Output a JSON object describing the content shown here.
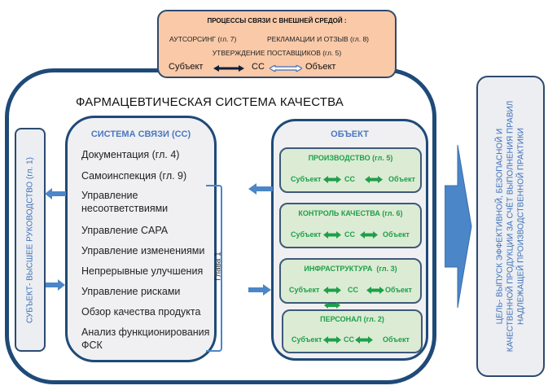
{
  "external": {
    "title": "ПРОЦЕССЫ СВЯЗИ С ВНЕШНЕЙ СРЕДОЙ :",
    "outsourcing": "АУТСОРСИНГ (гл. 7)",
    "complaints": "РЕКЛАМАЦИИ И ОТЗЫВ (гл. 8)",
    "suppliers": "УТВЕРЖДЕНИЕ ПОСТАВЩИКОВ (гл. 5)",
    "subject": "Субъект",
    "cc": "СС",
    "object": "Объект"
  },
  "main": {
    "title": "ФАРМАЦЕВТИЧЕСКАЯ СИСТЕМА КАЧЕСТВА"
  },
  "subject_box": {
    "text": "СУБЪЕКТ- ВЫСШЕЕ РУКОВОДСТВО (гл. 1)"
  },
  "cc_system": {
    "title": "СИСТЕМА СВЯЗИ (СС)",
    "items": [
      "Документация (гл. 4)",
      "Самоинспекция (гл. 9)",
      "Управление несоответствиями",
      "Управление CAPA",
      "Управление изменениями",
      "Непрерывные улучшения",
      "Управление рисками",
      "Обзор качества продукта",
      "Анализ функционирования ФСК"
    ],
    "bracket_label": "Глава 1"
  },
  "object_system": {
    "title": "ОБЪЕКТ",
    "cards": [
      {
        "title": "ПРОИЗВОДСТВО (гл. 5)",
        "subject": "Субъект",
        "cc": "СС",
        "object": "Объект"
      },
      {
        "title": "КОНТРОЛЬ КАЧЕСТВА (гл. 6)",
        "subject": "Субъект",
        "cc": "СС",
        "object": "Объект"
      },
      {
        "title": "ИНФРАСТРУКТУРА  (гл. 3)",
        "subject": "Субъект",
        "cc": "СС",
        "object": "Объект"
      },
      {
        "title": "ПЕРСОНАЛ (гл. 2)",
        "subject": "Субъект",
        "cc": "СС",
        "object": "Объект"
      }
    ]
  },
  "goal": {
    "line1": "ЦЕЛЬ- ВЫПУСК ЭФФЕКТИВНОЙ, БЕЗОПАСНОЙ И",
    "line2": "КАЧЕСТВЕННОЙ ПРОДУКЦИИ ЗА СЧЁТ ВЫПОЛНЕНИЯ ПРАВИЛ",
    "line3": "НАДЛЕЖАЩЕЙ ПРОИЗВОДСТВЕННОЙ ПРАКТИКИ"
  },
  "colors": {
    "frame": "#1f4a78",
    "accent_blue": "#4a78c0",
    "arrow_blue": "#4a86c8",
    "green": "#1ea04a",
    "card_green_bg": "#dcebd4",
    "external_bg": "#f9c9a8"
  }
}
